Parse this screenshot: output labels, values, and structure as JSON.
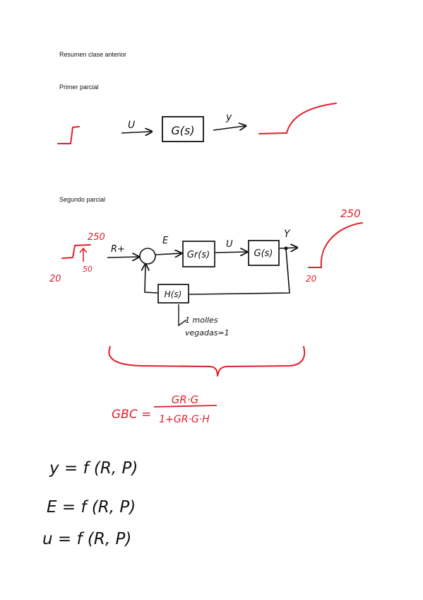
{
  "headings": {
    "resumen": "Resumen clase anterior",
    "primer_parcial": "Primer parcial",
    "segundo_parcial": "Segundo parcial"
  },
  "primer": {
    "input_label": "U",
    "block_label": "G(s)",
    "output_label": "y"
  },
  "segundo": {
    "step_high": "250",
    "step_time": "50",
    "step_low": "20",
    "reference_label": "R+",
    "error_label": "E",
    "controller_label": "Gr(s)",
    "control_label": "U",
    "plant_label": "G(s)",
    "output_label": "Y",
    "sensor_label": "H(s)",
    "note_line1": "1 molles",
    "note_line2": "vegadas=1",
    "response_high": "250",
    "response_low": "20"
  },
  "formula": {
    "lhs": "GBC =",
    "numerator": "GR·G",
    "denominator": "1+GR·G·H"
  },
  "equations": [
    {
      "text": "y = f (R, P)"
    },
    {
      "text": "E = f (R, P)"
    },
    {
      "text": "u = f (R, P)"
    }
  ],
  "colors": {
    "ink": "#111111",
    "red": "#e0202c"
  }
}
